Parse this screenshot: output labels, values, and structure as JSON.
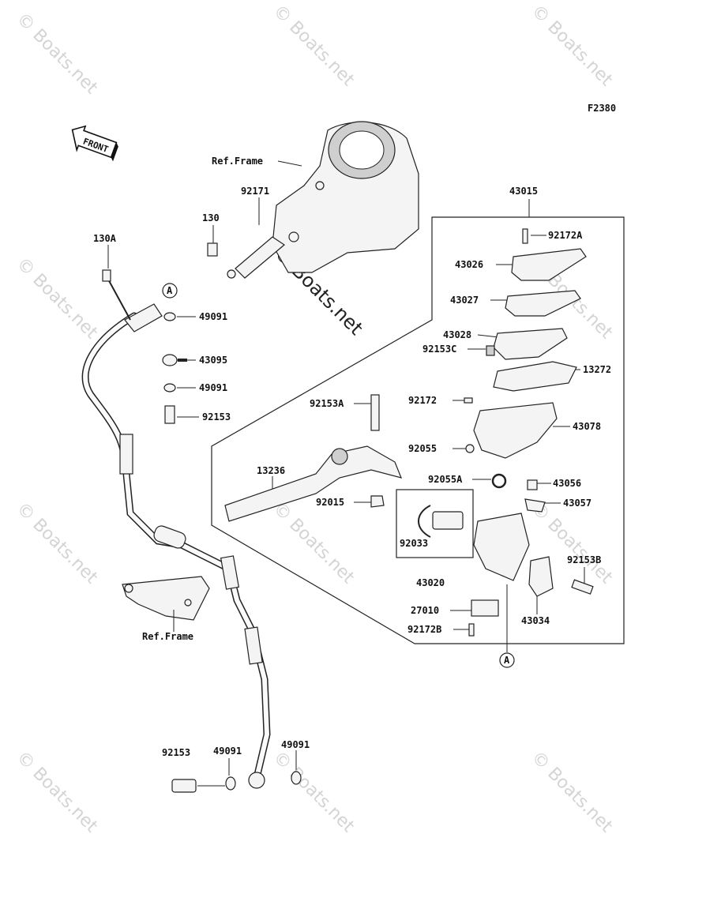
{
  "diagram_code": "F2380",
  "front_label": "FRONT",
  "watermark": "© Boats.net",
  "ref_labels": {
    "top": "Ref.Frame",
    "bottom": "Ref.Frame"
  },
  "callouts": {
    "A_top": "A",
    "A_bottom": "A"
  },
  "parts": [
    "43015",
    "92171",
    "130",
    "130A",
    "92172A",
    "43026",
    "43027",
    "43028",
    "92153C",
    "13272",
    "49091",
    "43095",
    "92153",
    "92153A",
    "92172",
    "43078",
    "92055",
    "13236",
    "92055A",
    "43056",
    "92015",
    "43057",
    "92033",
    "92153B",
    "43020",
    "27010",
    "43034",
    "92172B",
    "92153",
    "49091",
    "49091"
  ]
}
